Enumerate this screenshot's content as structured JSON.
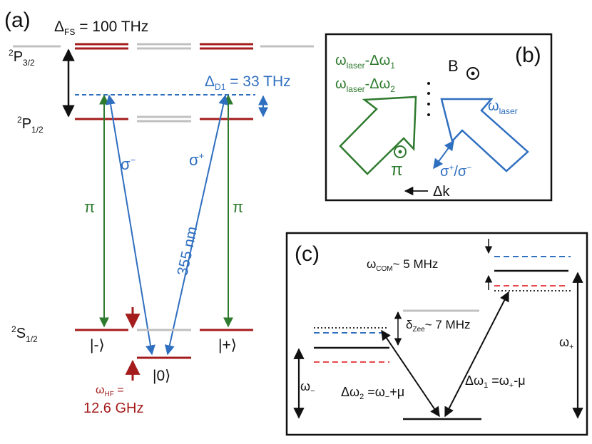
{
  "colors": {
    "dark_red": "#a51c1c",
    "blue": "#2f6fc0",
    "green": "#2e7a2e",
    "gray": "#c0c0c0",
    "red_dashed": "#e8474b",
    "black": "#111111"
  },
  "panel_a": {
    "label": "(a)",
    "fs_splitting": {
      "symbol": "Δ",
      "sub": "FS",
      "value": " = 100 THz"
    },
    "d1_detuning": {
      "symbol": "Δ",
      "sub": "D1",
      "value": " = 33 THz"
    },
    "level_p32": {
      "sup": "2",
      "main": "P",
      "sub": "3/2"
    },
    "level_p12": {
      "sup": "2",
      "main": "P",
      "sub": "1/2"
    },
    "level_s12": {
      "sup": "2",
      "main": "S",
      "sub": "1/2"
    },
    "pi_left": "π",
    "pi_right": "π",
    "sigma_minus": {
      "main": "σ",
      "sup": "−"
    },
    "sigma_plus": {
      "main": "σ",
      "sup": "+"
    },
    "wavelength": "355 nm",
    "ket_minus": "|-⟩",
    "ket_zero": "|0⟩",
    "ket_plus": "|+⟩",
    "hf_label": {
      "main": "ω",
      "sub": "HF",
      "after": " ="
    },
    "hf_value": "12.6 GHz"
  },
  "panel_b": {
    "label": "(b)",
    "green_line1": {
      "main": "ω",
      "sub": "laser",
      "after": "-Δω",
      "sub2": "1"
    },
    "green_line2": {
      "main": "ω",
      "sub": "laser",
      "after": "-Δω",
      "sub2": "2"
    },
    "blue_label": {
      "main": "ω",
      "sub": "laser"
    },
    "b_field": "B",
    "pi": "π",
    "sigma_pm": {
      "s1": "σ",
      "sup1": "+",
      "mid": "/σ",
      "sup2": "−"
    },
    "delta_k": "Δk"
  },
  "panel_c": {
    "label": "(c)",
    "omega_com": {
      "main": "ω",
      "sub": "COM",
      "after": "~ 5 MHz"
    },
    "delta_zee": {
      "main": "δ",
      "sub": "Zee",
      "after": "~ 7 MHz"
    },
    "omega_minus": {
      "main": "ω",
      "sub": "−"
    },
    "omega_plus": {
      "main": "ω",
      "sub": "+"
    },
    "dw2": {
      "main": "Δω",
      "sub": "2",
      "after": " =ω",
      "sub2": "−",
      "after2": "+μ"
    },
    "dw1": {
      "main": "Δω",
      "sub": "1",
      "after": " =ω",
      "sub2": "+",
      "after2": "-μ"
    }
  }
}
